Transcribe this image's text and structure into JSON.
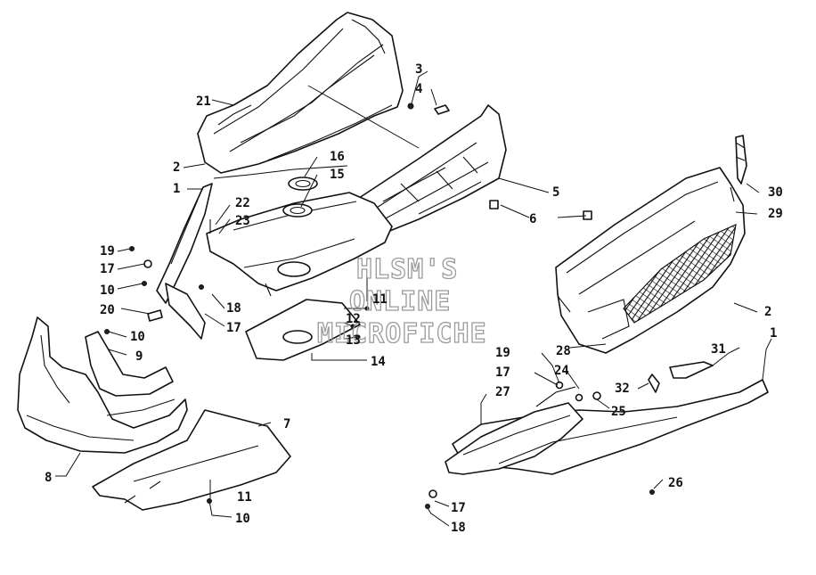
{
  "watermark": {
    "line1": "HLSM'S",
    "line2": "ONLINE",
    "line3": "MICROFICHE"
  },
  "callouts": {
    "c1a": "1",
    "c1b": "1",
    "c2a": "2",
    "c2b": "2",
    "c3": "3",
    "c4": "4",
    "c5": "5",
    "c6": "6",
    "c7": "7",
    "c8": "8",
    "c9": "9",
    "c10a": "10",
    "c10b": "10",
    "c10c": "10",
    "c11a": "11",
    "c11b": "11",
    "c12": "12",
    "c13": "13",
    "c14": "14",
    "c15": "15",
    "c16": "16",
    "c17a": "17",
    "c17b": "17",
    "c17c": "17",
    "c17d": "17",
    "c18a": "18",
    "c18b": "18",
    "c19a": "19",
    "c19b": "19",
    "c20": "20",
    "c21": "21",
    "c22": "22",
    "c23": "23",
    "c24": "24",
    "c25": "25",
    "c26": "26",
    "c27": "27",
    "c28": "28",
    "c29": "29",
    "c30": "30",
    "c31": "31",
    "c32": "32"
  }
}
